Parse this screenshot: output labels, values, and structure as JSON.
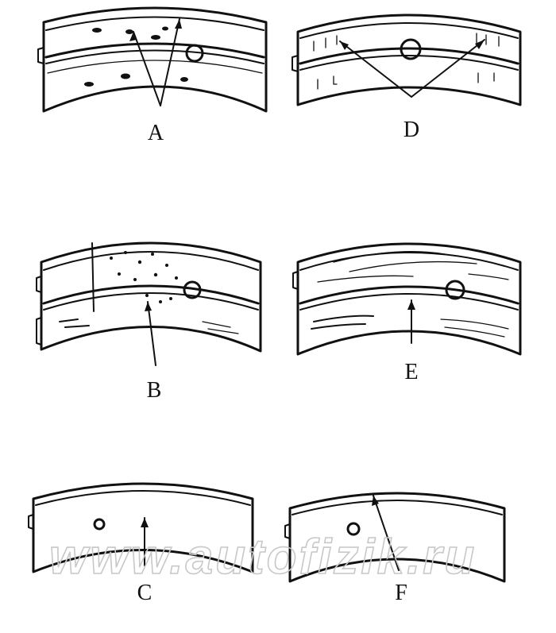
{
  "labels": {
    "a": "A",
    "b": "B",
    "c": "C",
    "d": "D",
    "e": "E",
    "f": "F"
  },
  "watermark": "www.autofizik.ru"
}
